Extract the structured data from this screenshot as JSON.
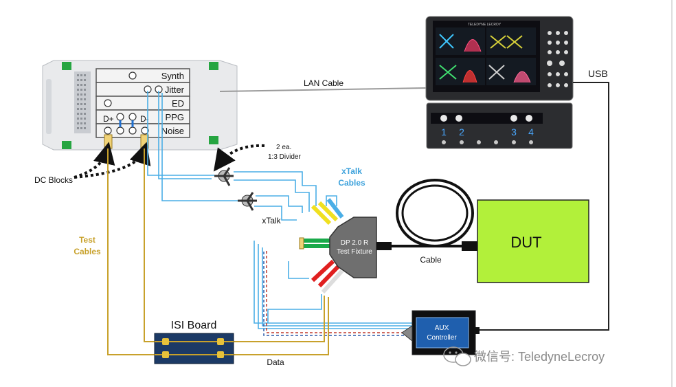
{
  "instrument": {
    "modules": [
      "Synth",
      "Jitter",
      "ED",
      "PPG",
      "Noise"
    ],
    "port_dplus": "D+",
    "port_dminus": "D-"
  },
  "scope": {
    "brand": "TELEDYNE LECROY",
    "channel_labels": [
      "1",
      "2",
      "3",
      "4"
    ]
  },
  "labels": {
    "lan_cable": "LAN Cable",
    "usb": "USB",
    "divider": "2 ea.\n1:3 Divider",
    "dc_blocks": "DC Blocks",
    "xtalk_cables": "xTalk\nCables",
    "xtalk": "xTalk",
    "test_cables": "Test\nCables",
    "fixture": "DP 2.0 R\nTest Fixture",
    "cable": "Cable",
    "dut": "DUT",
    "isi_board": "ISI Board",
    "data": "Data",
    "aux_controller": "AUX\nController",
    "watermark": "微信号: TeledyneLecroy"
  },
  "colors": {
    "blue_cable": "#4aaee6",
    "gold_cable": "#c8a12b",
    "dut_green": "#b2f03a",
    "isi_board": "#1c3a66",
    "aux_box": "#1f5fae",
    "fixture": "#6f6f6f",
    "usb_line": "#222222",
    "lan_line": "#9a9a9a"
  }
}
